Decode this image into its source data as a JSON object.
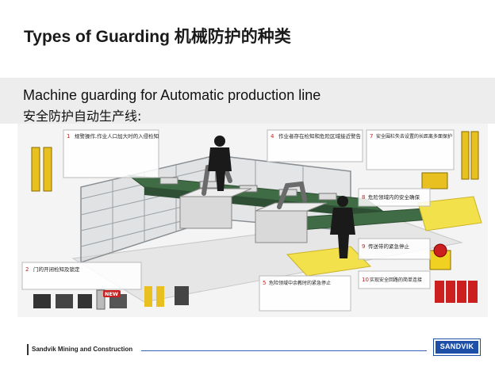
{
  "slide": {
    "title": "Types of Guarding 机械防护的种类",
    "subtitle_en": "Machine guarding for Automatic production line",
    "subtitle_cn": "安全防护自动生产线:"
  },
  "illustration": {
    "callouts": [
      {
        "num": "1",
        "text": "规警操作,作业人口加大时的入侵检知"
      },
      {
        "num": "4",
        "text": "作业者存在检知和危险区域接近警告"
      },
      {
        "num": "7",
        "text": "安全围栏失去设置的长距离多面保护"
      },
      {
        "num": "8",
        "text": "危险领域内的安全确保"
      },
      {
        "num": "2",
        "text": "门的开闭检知及锁定"
      },
      {
        "num": "9",
        "text": "传送带的紧急停止"
      },
      {
        "num": "5",
        "text": "危险领域中余教时的紧急停止"
      },
      {
        "num": "10",
        "text": "实现安全回路的简单连接"
      }
    ],
    "badge_new": "NEW",
    "colors": {
      "rail": "#9aa0a6",
      "machine": "#d9d9d9",
      "green": "#3f6b45",
      "yellow": "#f2e14a",
      "red": "#cc2020"
    }
  },
  "footer": {
    "company": "Sandvik Mining and Construction",
    "logo": "SANDVIK",
    "colors": {
      "brand": "#1e4fa8"
    }
  }
}
